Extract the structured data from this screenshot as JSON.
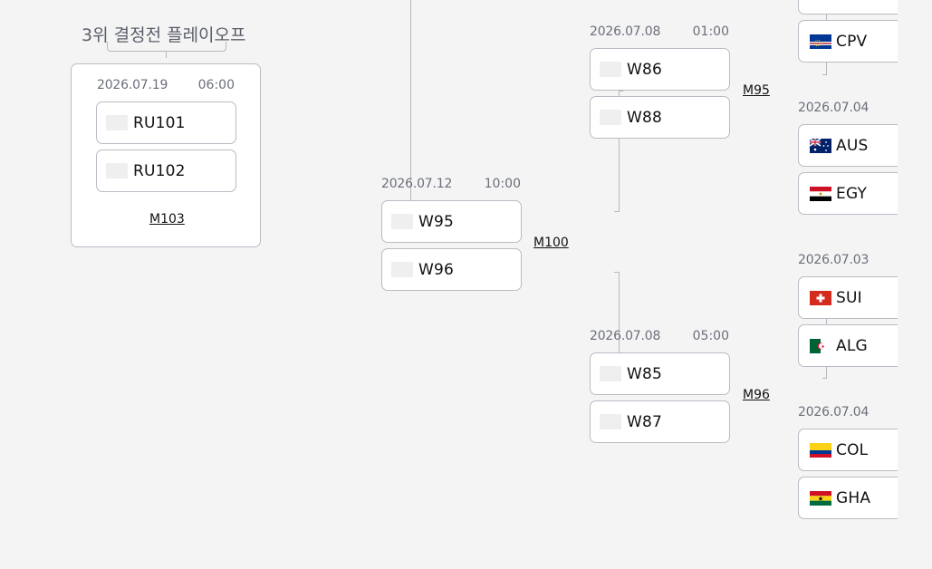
{
  "third_place": {
    "title": "3위 결정전 플레이오프",
    "date": "2026.07.19",
    "time": "06:00",
    "team1": "RU101",
    "team2": "RU102",
    "match": "M103"
  },
  "semifinal": {
    "date": "2026.07.12",
    "time": "10:00",
    "team1": "W95",
    "team2": "W96",
    "match": "M100"
  },
  "qf_top": {
    "date": "2026.07.08",
    "time": "01:00",
    "team1": "W86",
    "team2": "W88",
    "match": "M95"
  },
  "qf_bottom": {
    "date": "2026.07.08",
    "time": "05:00",
    "team1": "W85",
    "team2": "W87",
    "match": "M96"
  },
  "r16": {
    "m0_team2": "CPV",
    "m1_date": "2026.07.04",
    "m1_team1": "AUS",
    "m1_team2": "EGY",
    "m2_date": "2026.07.03",
    "m2_team1": "SUI",
    "m2_team2": "ALG",
    "m3_date": "2026.07.04",
    "m3_team1": "COL",
    "m3_team2": "GHA"
  },
  "flags": {
    "CPV": "cape-verde-flag-icon",
    "AUS": "australia-flag-icon",
    "EGY": "egypt-flag-icon",
    "SUI": "switzerland-flag-icon",
    "ALG": "algeria-flag-icon",
    "COL": "colombia-flag-icon",
    "GHA": "ghana-flag-icon"
  }
}
